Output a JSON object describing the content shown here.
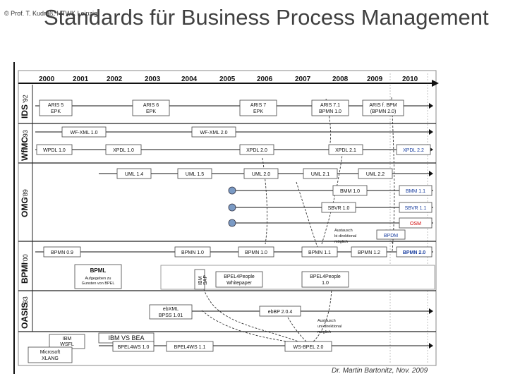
{
  "header": {
    "copyright": "© Prof. T. Kudraß, HTWK Leipzig",
    "title": "Standards für Business Process Management"
  },
  "timeline": {
    "years": [
      "2000",
      "2001",
      "2002",
      "2003",
      "2004",
      "2005",
      "2006",
      "2007",
      "2008",
      "2009",
      "2010"
    ]
  },
  "rows": [
    {
      "name": "IDS",
      "year": "'92"
    },
    {
      "name": "WfMC",
      "year": "'93"
    },
    {
      "name": "OMG",
      "year": "'89"
    },
    {
      "name": "BPMI",
      "year": "'00"
    },
    {
      "name": "OASIS",
      "year": "'93"
    }
  ],
  "boxes": {
    "aris5": {
      "line1": "ARIS 5",
      "line2": "EPK"
    },
    "aris6": {
      "line1": "ARIS 6",
      "line2": "EPK"
    },
    "aris7": {
      "line1": "ARIS 7",
      "line2": "EPK"
    },
    "aris71": {
      "line1": "ARIS 7.1",
      "line2": "BPMN 1.0"
    },
    "arisbpm": {
      "line1": "ARIS f. BPM",
      "line2": "(BPMN 2.0)"
    },
    "wfxml10": {
      "line1": "WF-XML 1.0"
    },
    "wfxml20": {
      "line1": "WF-XML 2.0"
    },
    "xpdl10": {
      "line1": "WPDL 1.0"
    },
    "xpdl10b": {
      "line1": "XPDL 1.0"
    },
    "xpdl20": {
      "line1": "XPDL 2.0"
    },
    "xpdl21": {
      "line1": "XPDL 2.1"
    },
    "xpdl22": {
      "line1": "XPDL 2.2"
    },
    "uml14": {
      "line1": "UML 1.4"
    },
    "uml15": {
      "line1": "UML 1.5"
    },
    "uml20": {
      "line1": "UML 2.0"
    },
    "uml21": {
      "line1": "UML 2.1"
    },
    "uml22": {
      "line1": "UML 2.2"
    },
    "bmm": {
      "line1": "BMM 1.0"
    },
    "bmm11": {
      "line1": "BMM 1.1"
    },
    "sbvr": {
      "line1": "SBVR 1.0"
    },
    "sbvr11": {
      "line1": "SBVR 1.1"
    },
    "osm": {
      "line1": "OSM"
    },
    "bpdm": {
      "line1": "BPDM"
    },
    "austausch1": {
      "line1": "Austausch",
      "line2": "bi-direktional",
      "line3": "möglich"
    },
    "bpmn09": {
      "line1": "BPMN 0.9"
    },
    "bpmn10": {
      "line1": "BPMN 1.0"
    },
    "bpmn10b": {
      "line1": "BPMN 1.0"
    },
    "bpmn11": {
      "line1": "BPMN 1.1"
    },
    "bpmn12": {
      "line1": "BPMN 1.2"
    },
    "bpmn20": {
      "line1": "BPMN 2.0"
    },
    "bpml": {
      "line1": "BPML",
      "line2": "Aufgegeben zu",
      "line3": "Gunsten von BPEL"
    },
    "ibmsap": {
      "line1": "IBM",
      "line2": "SAP"
    },
    "bpel4people": {
      "line1": "BPEL4People",
      "line2": "Whitepaper"
    },
    "bpel4people10": {
      "line1": "BPEL4People",
      "line2": "1.0"
    },
    "ebxml": {
      "line1": "ebXML",
      "line2": "BPSS 1.01"
    },
    "ebbp": {
      "line1": "ebBP 2.0.4"
    },
    "austausch2": {
      "line1": "Austausch",
      "line2": "uni-direktional",
      "line3": "möglich"
    },
    "ibmwsfl": {
      "line1": "IBM",
      "line2": "WSFL"
    },
    "vs": {
      "line1": "IBM  VS  BEA"
    },
    "bpel4ws10": {
      "line1": "BPEL4WS 1.0"
    },
    "bpel4ws11": {
      "line1": "BPEL4WS 1.1"
    },
    "wsbpel20": {
      "line1": "WS-BPEL 2.0"
    },
    "microsoft": {
      "line1": "Microsoft",
      "line2": "XLANG"
    }
  },
  "footer": {
    "credit": "Dr. Martin Bartonitz, Nov. 2009"
  },
  "colors": {
    "accent": "#1a3fa0",
    "line": "#111111",
    "box_fill": "#ffffff",
    "highlight": "#d00000",
    "title": "#404040"
  }
}
